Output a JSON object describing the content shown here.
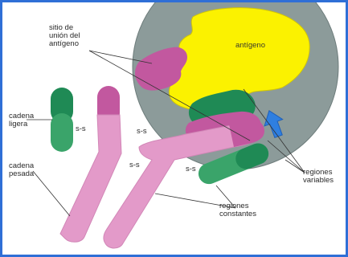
{
  "labels": {
    "antigen": "antígeno",
    "binding_site_line1": "sitio de",
    "binding_site_line2": "unión del",
    "binding_site_line3": "antígeno",
    "light_chain_line1": "cadena",
    "light_chain_line2": "ligera",
    "heavy_chain_line1": "cadena",
    "heavy_chain_line2": "pesada",
    "variable_regions_line1": "regiones",
    "variable_regions_line2": "variables",
    "constant_regions_line1": "regiones",
    "constant_regions_line2": "constantes",
    "disulfide_bond": "s-s"
  },
  "colors": {
    "frame_border": "#2f6fd6",
    "heavy_chain_constant": "#e39ac9",
    "heavy_chain_variable": "#c2589f",
    "light_chain_constant": "#3aa46a",
    "light_chain_variable": "#1f8a55",
    "antigen": "#fbf200",
    "antigen_field": "#8c9b9a",
    "arrow": "#2f7fe0"
  }
}
